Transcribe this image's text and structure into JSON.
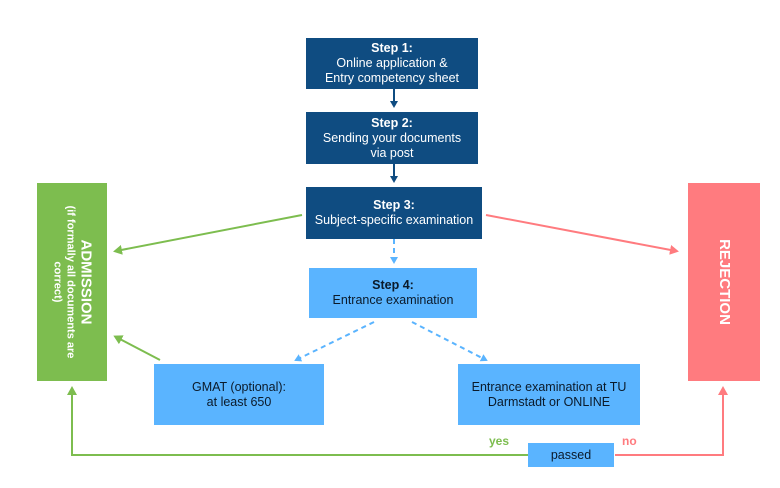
{
  "steps": {
    "step1": {
      "title": "Step 1:",
      "line1": "Online application &",
      "line2": "Entry competency sheet"
    },
    "step2": {
      "title": "Step 2:",
      "line1": "Sending your documents",
      "line2": "via post"
    },
    "step3": {
      "title": "Step 3:",
      "line1": "Subject-specific examination"
    },
    "step4": {
      "title": "Step 4:",
      "line1": "Entrance examination"
    }
  },
  "options": {
    "gmat": {
      "line1": "GMAT (optional):",
      "line2": "at least 650"
    },
    "entrance": {
      "line1": "Entrance examination at TU",
      "line2": "Darmstadt or ONLINE"
    }
  },
  "admission": {
    "label": "ADMISSION",
    "note_line1": "(if formally all documents are",
    "note_line2": "correct)"
  },
  "rejection": {
    "label": "REJECTION"
  },
  "result": {
    "passed": "passed",
    "yes": "yes",
    "no": "no"
  },
  "colors": {
    "dark_blue": "#0f4c81",
    "light_blue": "#5ab4ff",
    "green": "#7dbd4f",
    "red": "#ff7b7f"
  }
}
